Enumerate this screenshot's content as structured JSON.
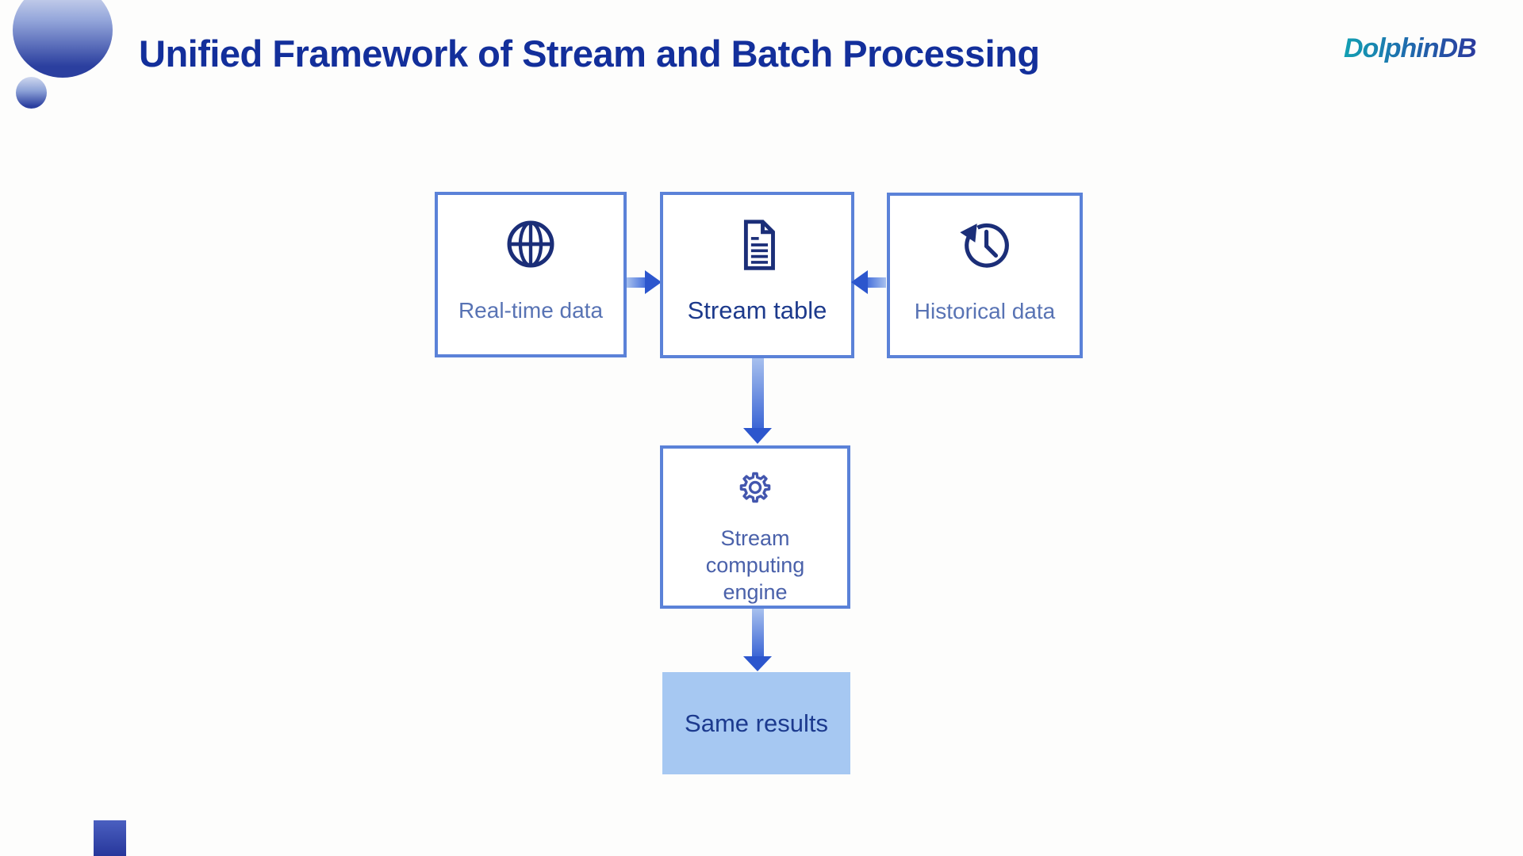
{
  "title": "Unified Framework of Stream and Batch Processing",
  "logo": {
    "text": "DolphinDB"
  },
  "diagram": {
    "nodes": {
      "realtime": {
        "label": "Real-time data",
        "icon": "globe-icon"
      },
      "stream_table": {
        "label": "Stream table",
        "icon": "document-icon"
      },
      "historical": {
        "label": "Historical data",
        "icon": "history-clock-icon"
      },
      "engine": {
        "label": "Stream computing engine",
        "icon": "gear-icon"
      },
      "results": {
        "label": "Same results",
        "icon": "none"
      }
    },
    "flows": [
      "Real-time data -> Stream table",
      "Historical data -> Stream table",
      "Stream table -> Stream computing engine",
      "Stream computing engine -> Same results"
    ]
  },
  "colors": {
    "title": "#132f9b",
    "box_border": "#5b82d8",
    "icon_navy": "#1b2e78",
    "icon_indigo": "#4356ae",
    "label_light": "#5873b4",
    "label_dark": "#1d3a8c",
    "results_fill": "#a6c8f2",
    "arrow_dark": "#2c56cd",
    "arrow_light": "#a7c0ee",
    "logo_teal": "#12a0b2",
    "logo_blue": "#2b3a9e"
  }
}
